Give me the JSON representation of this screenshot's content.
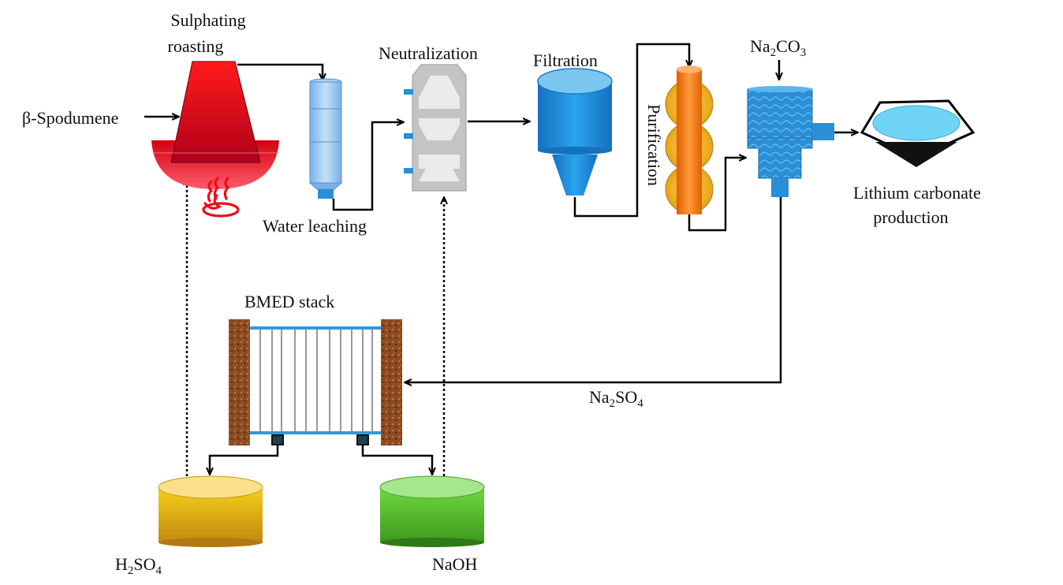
{
  "labels": {
    "sulphating_line1": "Sulphating",
    "sulphating_line2": "roasting",
    "spodumene": "β-Spodumene",
    "water_leaching": "Water leaching",
    "neutralization": "Neutralization",
    "filtration": "Filtration",
    "purification": "Purification",
    "na2co3_main": "Na",
    "na2co3_sub1": "2",
    "na2co3_mid": "CO",
    "na2co3_sub2": "3",
    "lithium_line1": "Lithium carbonate",
    "lithium_line2": "production",
    "bmed": "BMED stack",
    "na2so4_main": "Na",
    "na2so4_sub1": "2",
    "na2so4_mid": "SO",
    "na2so4_sub2": "4",
    "h2so4_main": "H",
    "h2so4_sub1": "2",
    "h2so4_mid": "SO",
    "h2so4_sub2": "4",
    "naoh": "NaOH"
  },
  "icons": {
    "roaster": "roasting-furnace-icon",
    "flame": "heat-flame-icon",
    "leach_column": "leaching-column-icon",
    "neutralizer": "neutralization-tank-icon",
    "filter": "filter-hopper-icon",
    "purifier": "purification-column-icon",
    "precipitator": "precipitation-reactor-icon",
    "product_dish": "product-dish-icon",
    "bmed_stack": "bmed-stack-icon",
    "acid_tank": "acid-tank-icon",
    "base_tank": "base-tank-icon"
  },
  "colors": {
    "roaster": "#e8101a",
    "leach_column": "#9cc6ee",
    "neutralizer": "#c6c3c3",
    "filter": "#1e8fd8",
    "purifier": "#f97c1e",
    "purifier_disc": "#f0b52c",
    "precipitator": "#2a8fd6",
    "bmed_frame": "#8a4a22",
    "bmed_rail": "#2f9ad8",
    "acid_tank": "#f1c21f",
    "base_tank": "#5cc63b"
  }
}
